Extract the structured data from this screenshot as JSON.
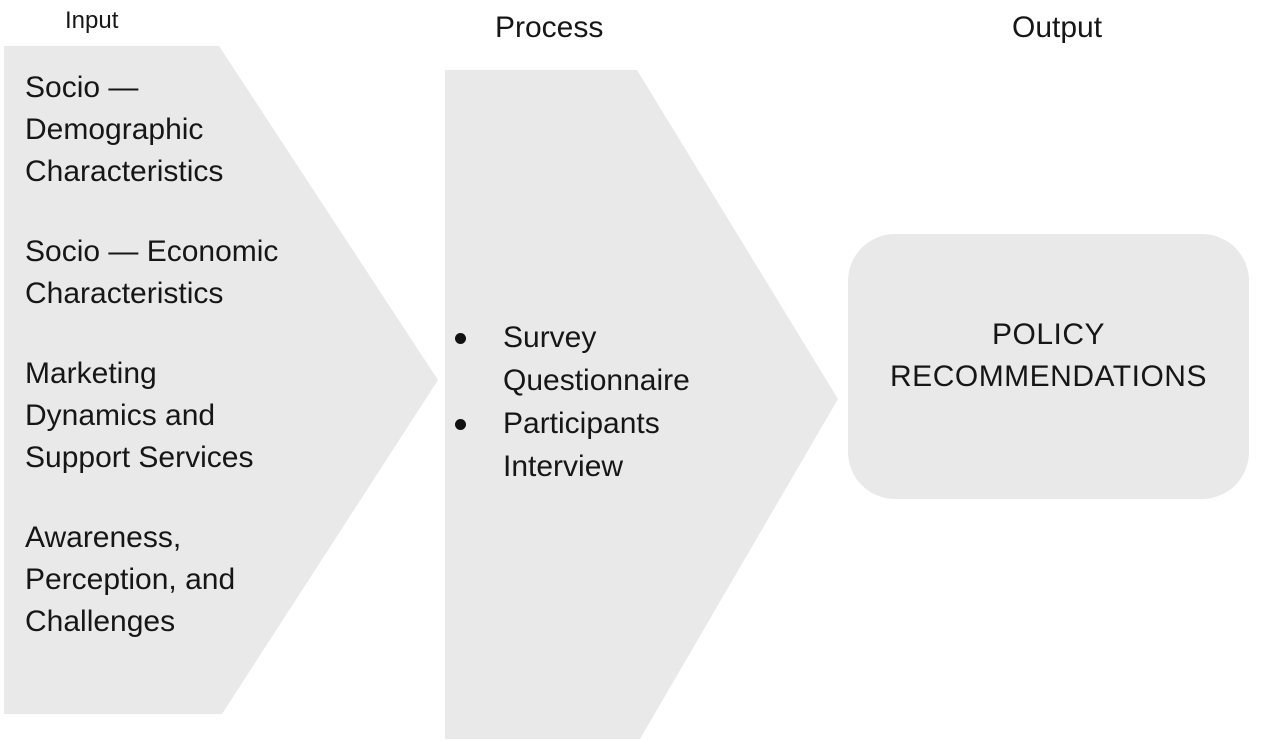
{
  "headers": {
    "input": "Input",
    "process": "Process",
    "output": "Output"
  },
  "input_shape": {
    "items": [
      "Socio —\nDemographic\nCharacteristics",
      "Socio — Economic\nCharacteristics",
      "Marketing\nDynamics and\nSupport Services",
      "Awareness,\nPerception, and\nChallenges"
    ]
  },
  "process_shape": {
    "bullets": [
      "Survey\nQuestionnaire",
      "Participants\nInterview"
    ]
  },
  "output_shape": {
    "label": "POLICY RECOMMENDATIONS"
  },
  "icons": {
    "bullet": "bullet-dot"
  },
  "colors": {
    "shape_fill": "#e9e9e9",
    "text_color": "#161616",
    "background": "#ffffff"
  }
}
